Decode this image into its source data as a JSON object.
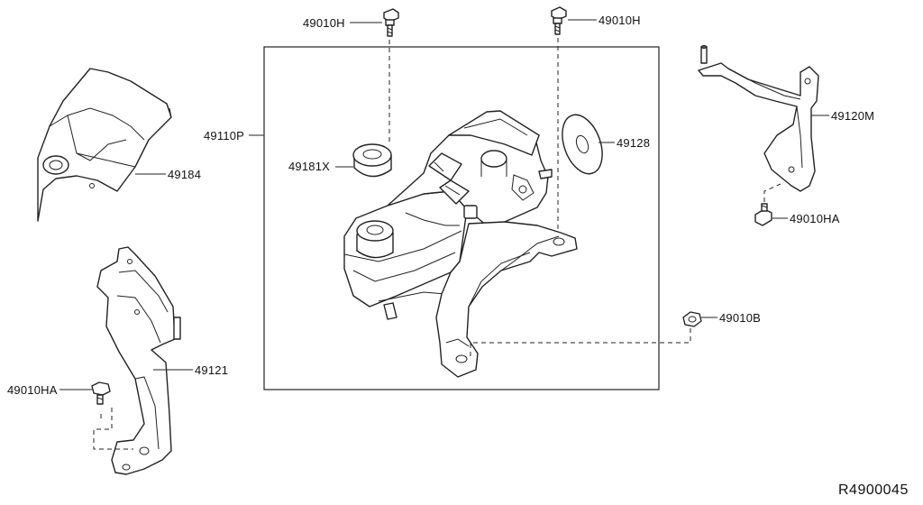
{
  "diagram": {
    "reference_code": "R4900045",
    "labels": {
      "bolt_top_left": "49010H",
      "bolt_top_right": "49010H",
      "assembly": "49110P",
      "grommet": "49181X",
      "washer": "49128",
      "cover": "49184",
      "bracket_right": "49120M",
      "bolt_right": "49010HA",
      "nut": "49010B",
      "bracket_left": "49121",
      "bolt_left": "49010HA"
    }
  }
}
